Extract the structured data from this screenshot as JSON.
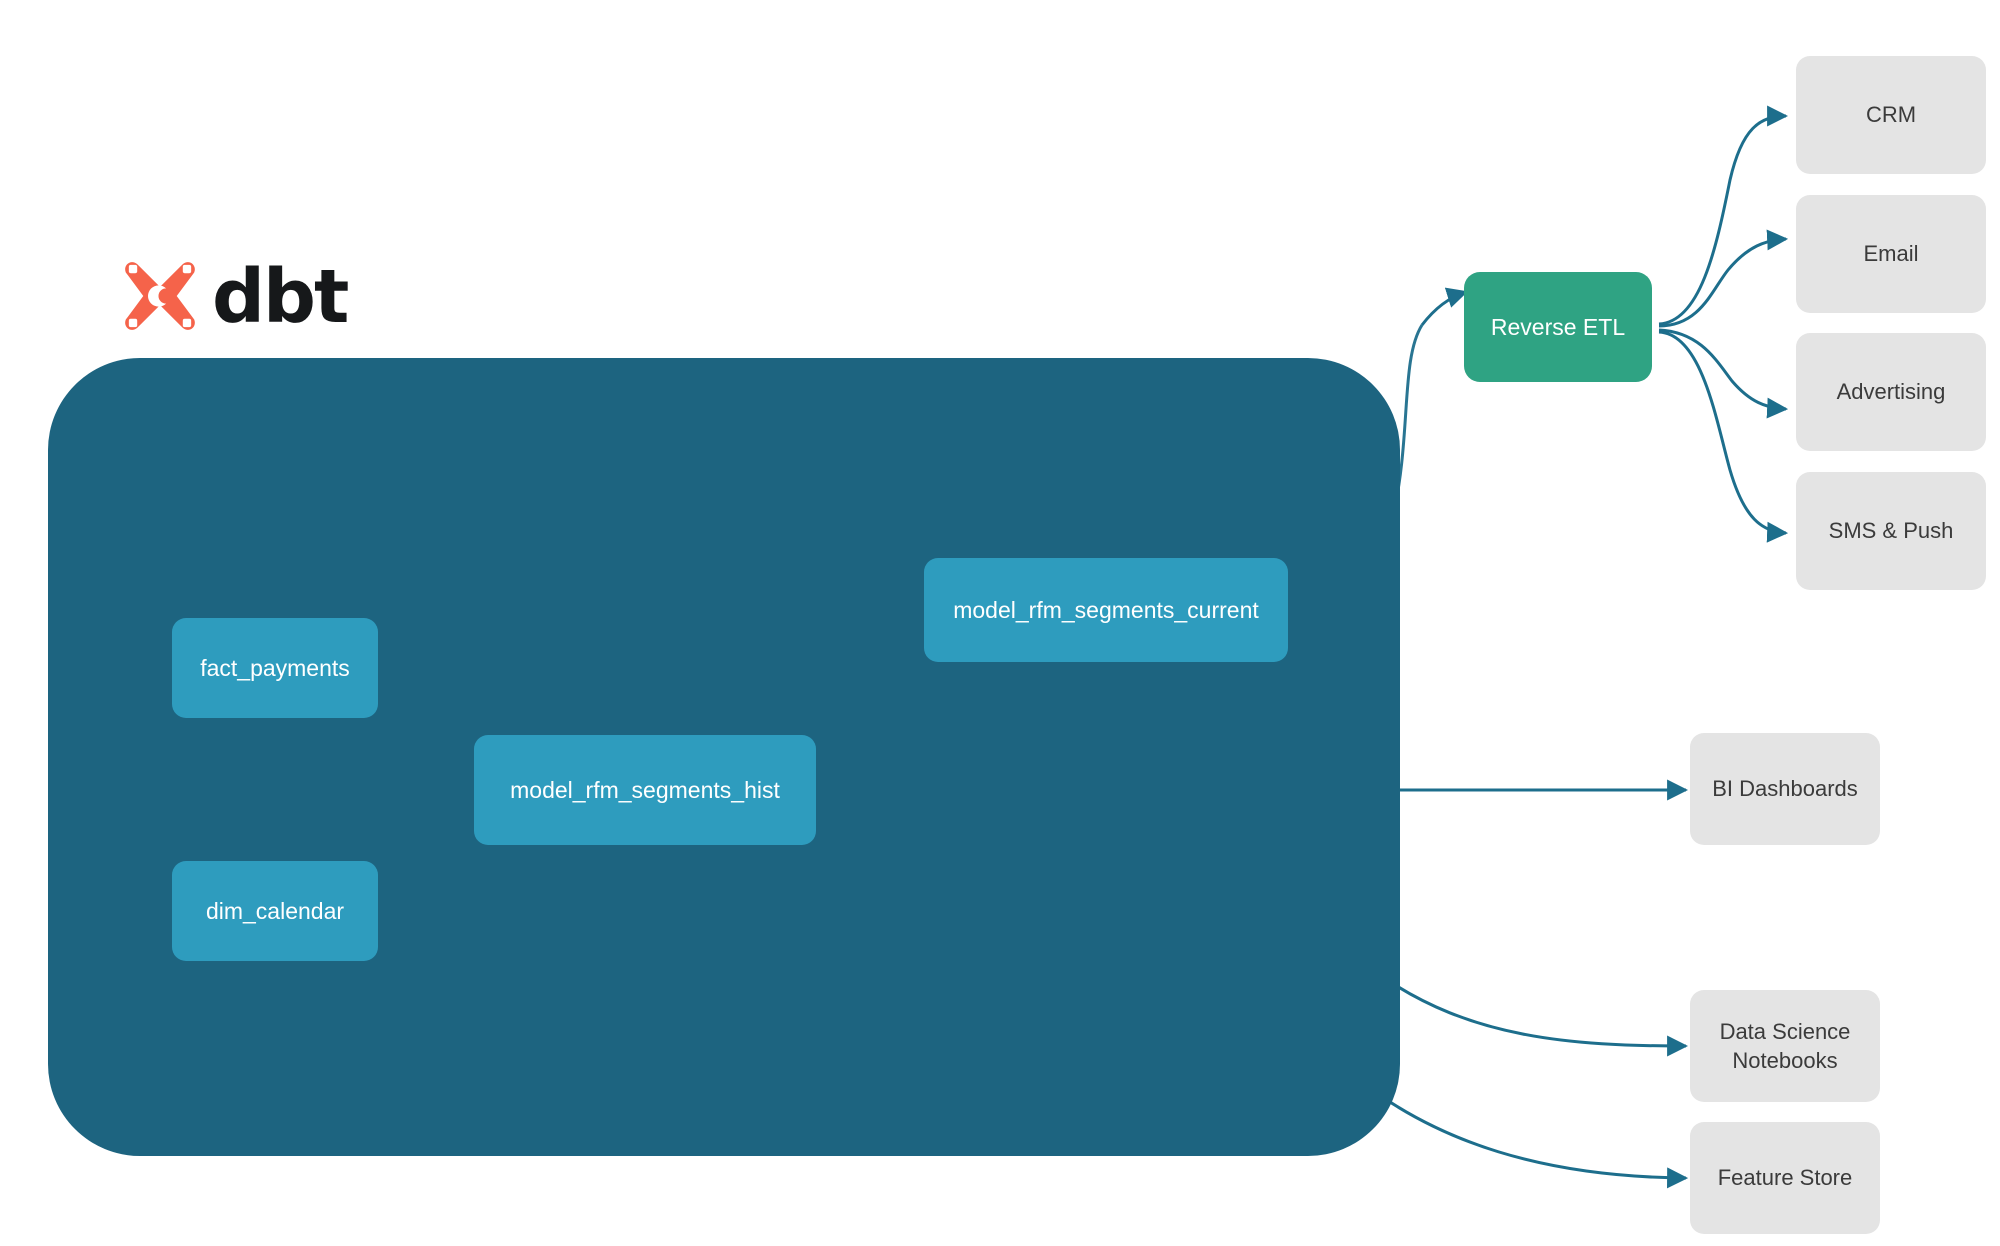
{
  "brand": {
    "logo_name": "dbt-logo",
    "wordmark": "dbt",
    "mark_color": "#f5634a",
    "word_color": "#16181a"
  },
  "palette": {
    "warehouse_bg": "#1d6480",
    "model_node": "#2e9cbe",
    "reverse_etl": "#2fa383",
    "destination": "#e4e4e4",
    "edge_external": "#1d6e8c",
    "edge_internal": "#4fa8c4",
    "page_bg": "#ffffff"
  },
  "warehouse": {
    "name": "dbt-project-container",
    "models": [
      {
        "id": "fact_payments",
        "label": "fact_payments"
      },
      {
        "id": "dim_calendar",
        "label": "dim_calendar"
      },
      {
        "id": "model_rfm_segments_hist",
        "label": "model_rfm_segments_hist"
      },
      {
        "id": "model_rfm_segments_current",
        "label": "model_rfm_segments_current"
      }
    ]
  },
  "reverse_etl": {
    "label": "Reverse ETL"
  },
  "activation_destinations": [
    {
      "id": "crm",
      "label": "CRM"
    },
    {
      "id": "email",
      "label": "Email"
    },
    {
      "id": "advertising",
      "label": "Advertising"
    },
    {
      "id": "sms_push",
      "label": "SMS & Push"
    }
  ],
  "analytics_destinations": [
    {
      "id": "bi_dashboards",
      "label": "BI Dashboards"
    },
    {
      "id": "data_science_notebooks",
      "label_line1": "Data Science",
      "label_line2": "Notebooks"
    },
    {
      "id": "feature_store",
      "label": "Feature Store"
    }
  ],
  "edges": [
    {
      "from": "fact_payments",
      "to": "model_rfm_segments_hist",
      "style": "internal",
      "arrow": true
    },
    {
      "from": "dim_calendar",
      "to": "model_rfm_segments_hist",
      "style": "internal",
      "arrow": true
    },
    {
      "from": "model_rfm_segments_hist",
      "to": "model_rfm_segments_current",
      "style": "internal",
      "arrow": true
    },
    {
      "from": "model_rfm_segments_current",
      "to": "reverse_etl",
      "style": "external",
      "arrow": true
    },
    {
      "from": "reverse_etl",
      "to": "crm",
      "style": "external",
      "arrow": true
    },
    {
      "from": "reverse_etl",
      "to": "email",
      "style": "external",
      "arrow": true
    },
    {
      "from": "reverse_etl",
      "to": "advertising",
      "style": "external",
      "arrow": true
    },
    {
      "from": "reverse_etl",
      "to": "sms_push",
      "style": "external",
      "arrow": true
    },
    {
      "from": "model_rfm_segments_hist",
      "to": "bi_dashboards",
      "style": "external",
      "arrow": true
    },
    {
      "from": "model_rfm_segments_hist",
      "to": "data_science_notebooks",
      "style": "external",
      "arrow": true
    },
    {
      "from": "model_rfm_segments_hist",
      "to": "feature_store",
      "style": "external",
      "arrow": true
    }
  ]
}
